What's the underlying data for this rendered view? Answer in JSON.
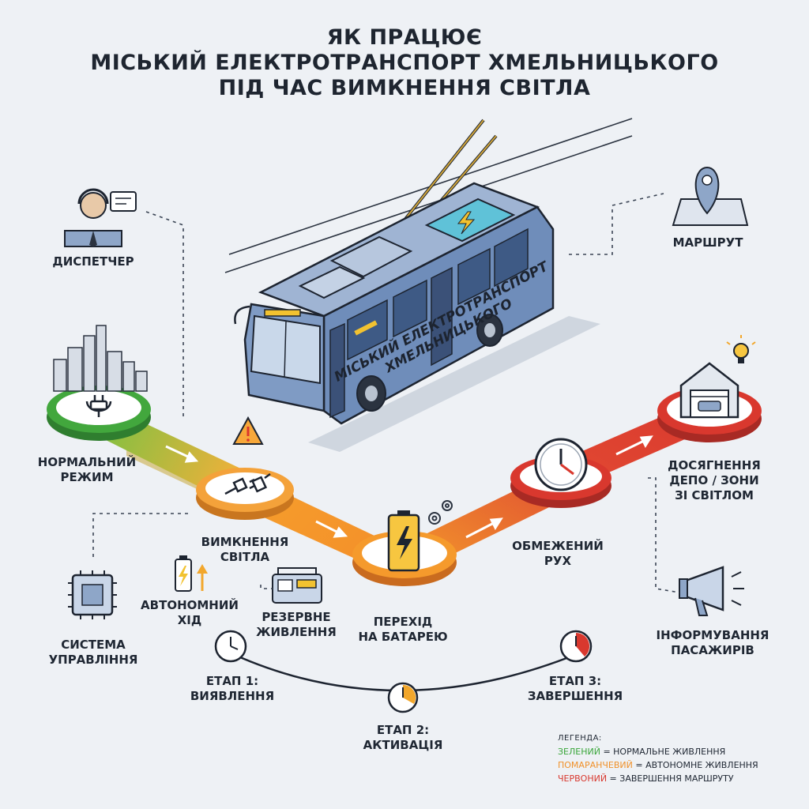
{
  "title": {
    "line1": "ЯК ПРАЦЮЄ",
    "line2": "МІСЬКИЙ ЕЛЕКТРОТРАНСПОРТ ХМЕЛЬНИЦЬКОГО",
    "line3": "ПІД ЧАС ВИМКНЕННЯ СВІТЛА"
  },
  "bus_label": {
    "line1": "МІСЬКИЙ ЕЛЕКТРОТРАНСПОРТ",
    "line2": "ХМЕЛЬНИЦЬКОГО"
  },
  "nodes": {
    "normal": {
      "line1": "НОРМАЛЬНИЙ",
      "line2": "РЕЖИМ"
    },
    "outage": {
      "line1": "ВИМКНЕННЯ",
      "line2": "СВІТЛА"
    },
    "battery": {
      "line1": "ПЕРЕХІД",
      "line2": "НА БАТАРЕЮ"
    },
    "limited": {
      "line1": "ОБМЕЖЕНИЙ",
      "line2": "РУХ"
    },
    "depot": {
      "line1": "ДОСЯГНЕННЯ",
      "line2": "ДЕПО / ЗОНИ",
      "line3": "ЗІ СВІТЛОМ"
    }
  },
  "side": {
    "dispatcher": "ДИСПЕТЧЕР",
    "route": "МАРШРУТ",
    "autonomous": {
      "line1": "АВТОНОМНИЙ",
      "line2": "ХІД"
    },
    "backup": {
      "line1": "РЕЗЕРВНЕ",
      "line2": "ЖИВЛЕННЯ"
    },
    "control": {
      "line1": "СИСТЕМА",
      "line2": "УПРАВЛІННЯ"
    },
    "inform": {
      "line1": "ІНФОРМУВАННЯ",
      "line2": "ПАСАЖИРІВ"
    }
  },
  "stages": {
    "s1": {
      "line1": "ЕТАП 1:",
      "line2": "ВИЯВЛЕННЯ"
    },
    "s2": {
      "line1": "ЕТАП 2:",
      "line2": "АКТИВАЦІЯ"
    },
    "s3": {
      "line1": "ЕТАП 3:",
      "line2": "ЗАВЕРШЕННЯ"
    }
  },
  "legend": {
    "title": "ЛЕГЕНДА:",
    "green": {
      "color_word": "ЗЕЛЕНИЙ",
      "meaning": " = НОРМАЛЬНЕ ЖИВЛЕННЯ"
    },
    "orange": {
      "color_word": "ПОМАРАНЧЕВИЙ",
      "meaning": " = АВТОНОМНЕ ЖИВЛЕННЯ"
    },
    "red": {
      "color_word": "ЧЕРВОНИЙ",
      "meaning": " = ЗАВЕРШЕННЯ МАРШРУТУ"
    }
  },
  "colors": {
    "green": "#3fa83b",
    "orange": "#f39a2b",
    "red": "#d9382e",
    "bus_body": "#7f9bc4"
  }
}
